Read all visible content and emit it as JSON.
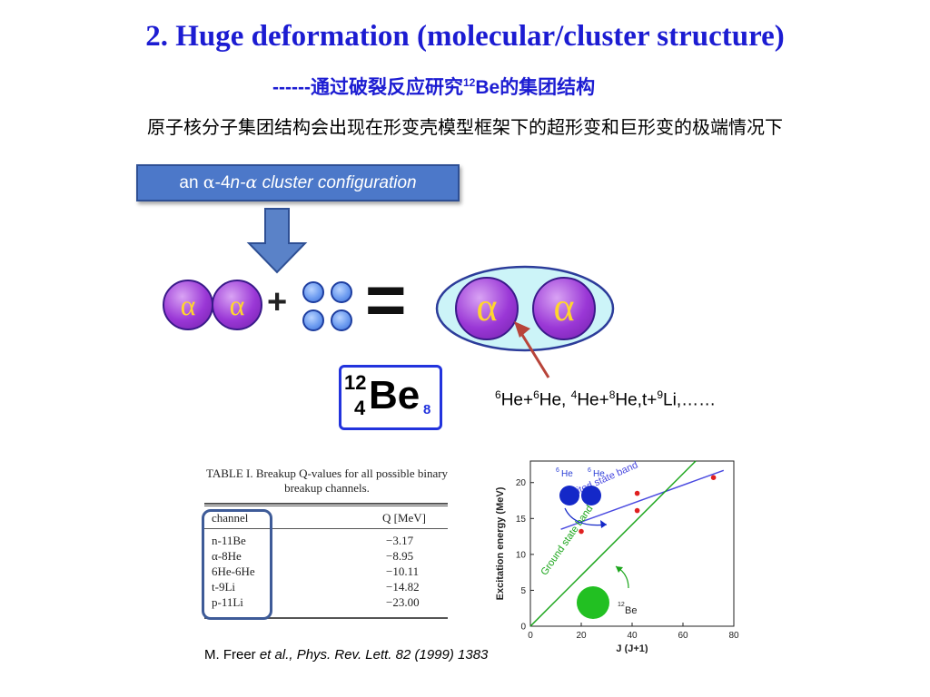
{
  "title": "2. Huge deformation (molecular/cluster  structure)",
  "subtitle": {
    "prefix": "------通过破裂反应研究",
    "mass": "12",
    "element": "Be",
    "suffix": "的集团结构"
  },
  "description": "原子核分子集团结构会出现在形变壳模型框架下的超形变和巨形变的极端情况下",
  "cluster_box": {
    "pre": "an ",
    "alpha1": "α",
    "mid": "-4",
    "n": "n",
    "dash": "-",
    "alpha2": "α",
    "post": " cluster configuration"
  },
  "diagram": {
    "alpha": "α",
    "plus": "+",
    "equals": "="
  },
  "be_label": {
    "mass": "12",
    "atomic": "4",
    "element": "Be",
    "neutrons": "8"
  },
  "channels": {
    "a": "6",
    "b": "He+",
    "c": "6",
    "d": "He, ",
    "e": "4",
    "f": "He+",
    "g": "8",
    "h": "He,t+",
    "i": "9",
    "j": "Li,……"
  },
  "table": {
    "caption": "TABLE I.  Breakup Q-values for all possible binary breakup channels.",
    "col_channel": "channel",
    "col_q": "Q [MeV]",
    "rows": [
      {
        "channel": "n-11Be",
        "q": "−3.17"
      },
      {
        "channel": "α-8He",
        "q": "−8.95"
      },
      {
        "channel": "6He-6He",
        "q": "−10.11"
      },
      {
        "channel": "t-9Li",
        "q": "−14.82"
      },
      {
        "channel": "p-11Li",
        "q": "−23.00"
      }
    ]
  },
  "chart_data": {
    "type": "scatter",
    "xlabel": "J (J+1)",
    "ylabel": "Excitation energy  (MeV)",
    "xlim": [
      0,
      80
    ],
    "ylim": [
      0,
      23
    ],
    "xticks": [
      0,
      20,
      40,
      60,
      80
    ],
    "yticks": [
      0,
      5,
      10,
      15,
      20
    ],
    "points": [
      {
        "x": 20,
        "y": 13.2
      },
      {
        "x": 42,
        "y": 16.1
      },
      {
        "x": 42,
        "y": 18.5
      },
      {
        "x": 72,
        "y": 20.7
      }
    ],
    "lines": [
      {
        "name": "Excited state band",
        "color": "#4a4ae0",
        "x": [
          12,
          76
        ],
        "y": [
          13.5,
          21.7
        ]
      },
      {
        "name": "Ground state band",
        "color": "#1aa51a",
        "x": [
          0,
          65
        ],
        "y": [
          0,
          23
        ]
      }
    ],
    "inset_labels": {
      "he1": "6",
      "he1_el": "He",
      "he2": "6",
      "he2_el": "He",
      "be_mass": "12",
      "be_el": "Be"
    }
  },
  "citation": {
    "author": "M. Freer ",
    "etal": "et al., ",
    "journal": "Phys. Rev. Lett. 82 (1999) 1383"
  },
  "colors": {
    "title_blue": "#1c1cd2",
    "box_blue": "#4c78c9",
    "ground_green": "#1aa51a",
    "excited_blue": "#4a4ae0",
    "arrow_red": "#b8443a"
  }
}
